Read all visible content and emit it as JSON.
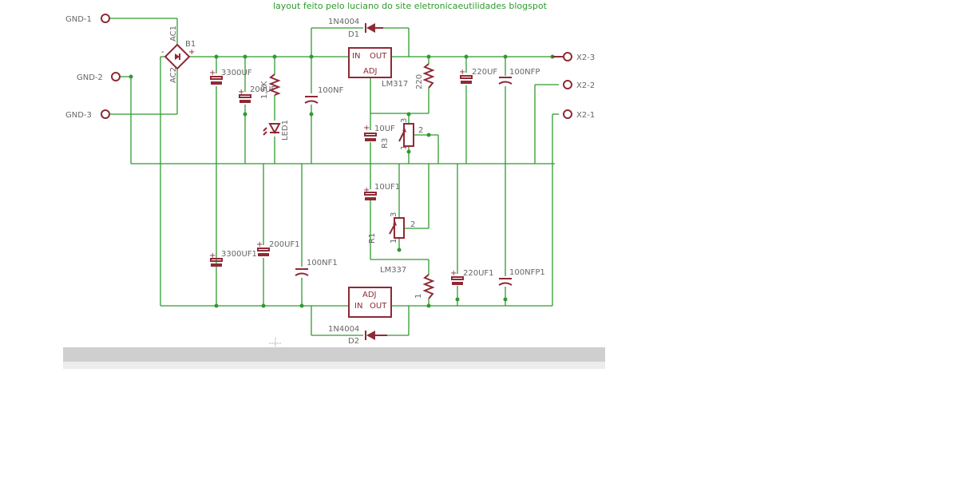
{
  "title": "layout feito pelo luciano do site eletronicaeutilidades blogspot",
  "connectors": {
    "gnd1": "GND-1",
    "gnd2": "GND-2",
    "gnd3": "GND-3",
    "x23": "X2-3",
    "x22": "X2-2",
    "x21": "X2-1"
  },
  "bridge": {
    "name": "B1",
    "ac1": "AC1",
    "ac2": "AC2"
  },
  "parts": {
    "c_3300uf": "3300UF",
    "c_200uf": "200UF",
    "r_1k": "1,5K",
    "led": "LED1",
    "c_100nf": "100NF",
    "d1_value": "1N4004",
    "d1_name": "D1",
    "reg1_name": "LM317",
    "r_220": "220",
    "c_220uf": "220UF",
    "c_100nfp": "100NFP",
    "c_10uf": "10UF",
    "r3": "R3",
    "c_10uf1": "10UF1",
    "r1": "R1",
    "c_3300uf1": "3300UF1",
    "c_200uf1": "200UF1",
    "c_100nf1": "100NF1",
    "reg2_name": "LM337",
    "r_1": "1",
    "c_220uf1": "220UF1",
    "c_100nfp1": "100NFP1",
    "d2_value": "1N4004",
    "d2_name": "D2"
  },
  "pins": {
    "in": "IN",
    "out": "OUT",
    "adj": "ADJ",
    "p1": "1",
    "p2": "2",
    "p3": "3"
  }
}
